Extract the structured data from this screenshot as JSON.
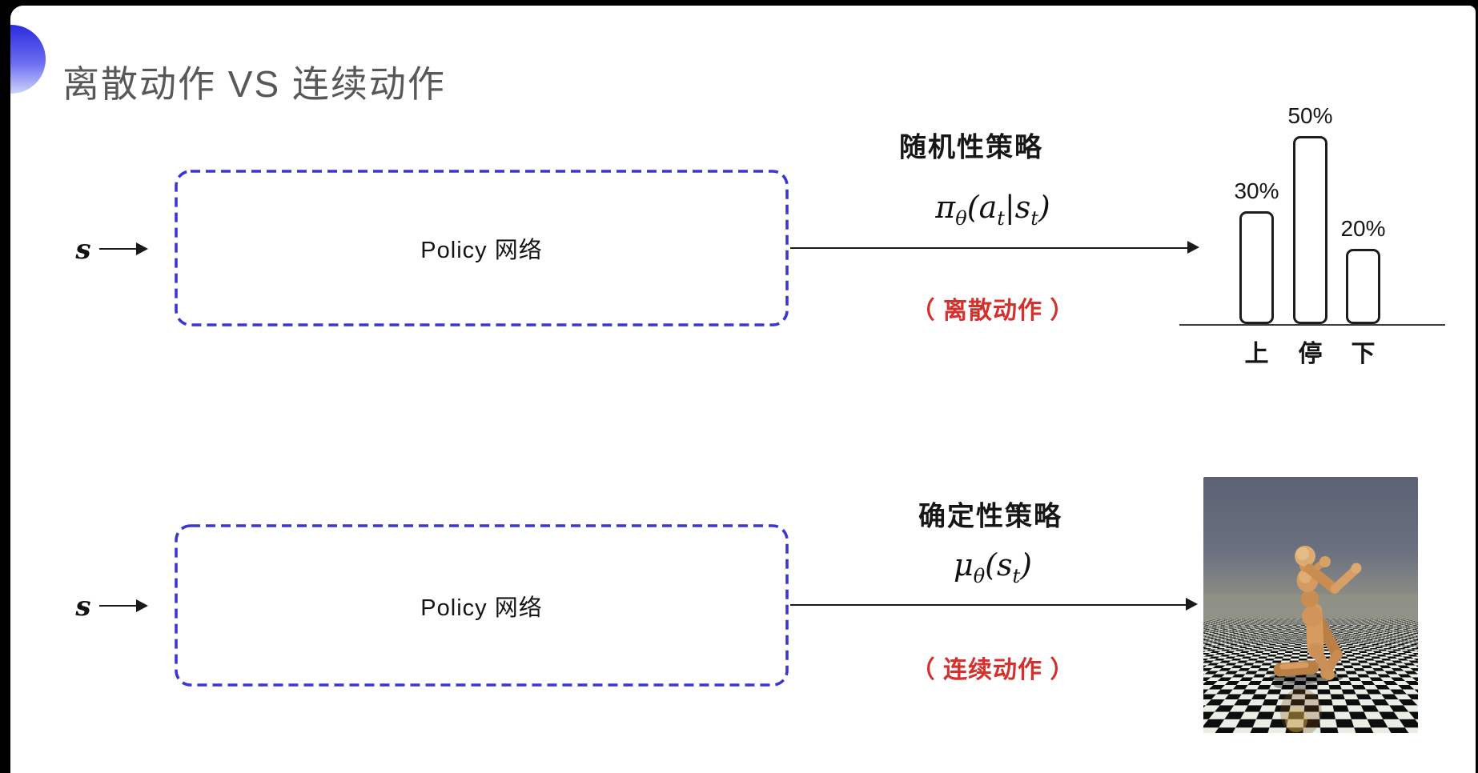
{
  "slide": {
    "title": "离散动作 VS 连续动作"
  },
  "colors": {
    "accent_blue": "#3c36d0",
    "note_red": "#d4302c",
    "ink": "#1a1a1a",
    "title_gray": "#58585b"
  },
  "top_flow": {
    "input_label": "s",
    "box_label": "Policy 网络",
    "policy_title": "随机性策略",
    "formula": {
      "base": "π",
      "base_sub": "θ",
      "open": "(",
      "arg1": "a",
      "arg1_sub": "t",
      "bar": "|",
      "arg2": "s",
      "arg2_sub": "t",
      "close": ")"
    },
    "action_note": "（ 离散动作 ）"
  },
  "bottom_flow": {
    "input_label": "s",
    "box_label": "Policy 网络",
    "policy_title": "确定性策略",
    "formula": {
      "base": "μ",
      "base_sub": "θ",
      "open": "(",
      "arg1": "s",
      "arg1_sub": "t",
      "close": ")"
    },
    "action_note": "（ 连续动作 ）"
  },
  "chart_data": {
    "type": "bar",
    "categories": [
      "上",
      "停",
      "下"
    ],
    "values": [
      30,
      50,
      20
    ],
    "value_labels": [
      "30%",
      "50%",
      "20%"
    ],
    "ylim": [
      0,
      55
    ],
    "grid": false
  }
}
